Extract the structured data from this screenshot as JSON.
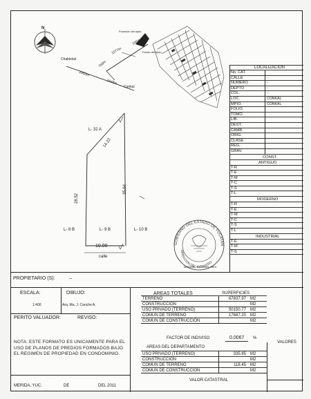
{
  "north_label": "N",
  "map": {
    "chablekal": "Chablekal",
    "conkal": "Conkal",
    "distance_1": "2853m",
    "distance_2": "2448m",
    "distance_3": "758m",
    "distance_4": "1077m",
    "distance_5": "106m",
    "label_a": "Posesión del ejido",
    "label_b": "Predio del ejido"
  },
  "plot": {
    "lot_main": "L- 32 A",
    "lot_left": "L- 8 B",
    "lot_center": "L- 9 B",
    "lot_right": "L- 10 B",
    "dim_top": "14.22",
    "dim_left": "28.52",
    "dim_right": "35.64",
    "dim_bottom": "10.00",
    "street": "calle"
  },
  "localizacion": {
    "title": "LOCALIZACION",
    "rows": [
      {
        "k": "No. CAT.",
        "v": ""
      },
      {
        "k": "CALLE",
        "v": "-"
      },
      {
        "k": "NUMERO",
        "v": "-"
      },
      {
        "k": "DEPTO",
        "v": "-"
      },
      {
        "k": "COL.",
        "v": "-"
      },
      {
        "k": "LOC.",
        "v": "CONKAL"
      },
      {
        "k": "MPIO.",
        "v": "CONKAL"
      },
      {
        "k": "FOLIO.",
        "v": ""
      },
      {
        "k": "TOMO",
        "v": ""
      },
      {
        "k": "LIB.",
        "v": ""
      },
      {
        "k": "DEST.",
        "v": ""
      },
      {
        "k": "CAMB.",
        "v": ""
      },
      {
        "k": "ORIG.",
        "v": ""
      },
      {
        "k": "CLASE",
        "v": ""
      },
      {
        "k": "REG.",
        "v": ""
      },
      {
        "k": "GRAV.",
        "v": ""
      }
    ],
    "const_title": "CONST.",
    "antiguo": "ANTIGUO",
    "antiguo_rows": [
      "T-R",
      "T-E",
      "T-M",
      "T-C",
      "T-S",
      "T-L"
    ],
    "moderno": "MODERNO",
    "moderno_rows": [
      "T-R",
      "T-E",
      "T-M",
      "T-C",
      "T-S",
      "T-L"
    ],
    "industrial": "INDUSTRIAL",
    "industrial_rows": [
      "T-E",
      "T-M",
      "T-S"
    ]
  },
  "seal": {
    "ring": "GOBIERNO DEL ESTADO DE YUCATAN",
    "inner": "DIRECCION DEL CATASTRO",
    "bottom": "MERIDA, YUCATAN, MEX."
  },
  "propietario_label": "PROPIETARIO (S):",
  "propietario_value": "–",
  "escala_label": "ESCALA:",
  "escala_value": "1:400",
  "dibujo_label": "DIBUJO:",
  "dibujo_value": "Arq. Ma. J. Canche A.",
  "perito_label": "PERITO VALUADOR:",
  "reviso_label": "REVISO:",
  "nota": "NOTA: ESTE FORMATO ES UNICAMENTE PARA EL USO DE PLANOS DE PREDIOS FORMADOS BAJO EL REGIMEN DE PROPIEDAD EN CONDOMINIO.",
  "fecha": {
    "city": "MERIDA, YUC.",
    "de1": "DE",
    "del": "DEL 2011"
  },
  "areas": {
    "title": "AREAS TOTALES",
    "superficies": "SUPERFICIES",
    "rows": [
      {
        "k": "TERRENO",
        "v": "67837.97",
        "u": "M2"
      },
      {
        "k": "CONSTRUCCION",
        "v": "",
        "u": "M2"
      },
      {
        "k": "USO PRIVADO  (TERRENO)",
        "v": "50150.77",
        "u": "M2"
      },
      {
        "k": "COMUN DE TERRENO",
        "v": "17687.20",
        "u": "M2"
      },
      {
        "k": "COMUN DE CONSTRUCCION",
        "v": "",
        "u": "M2"
      }
    ],
    "factor_label": "FACTOR DE INDIVISO",
    "factor_value": "0.0067",
    "factor_unit": "%",
    "depto_title": "AREAS DEL DEPARTAMENTO",
    "valores": "VALORES",
    "depto_rows": [
      {
        "k": "USO PRIVADO  (TERRENO)",
        "v": "335.85",
        "u": "M2"
      },
      {
        "k": "CONSTRUCCION",
        "v": "",
        "u": "M2"
      },
      {
        "k": "COMUN DE TERRENO",
        "v": "118.45",
        "u": "M2"
      },
      {
        "k": "COMUN DE CONSTRUCCION",
        "v": "",
        "u": "M2"
      }
    ],
    "valor_catastral": "VALOR CATASTRAL"
  }
}
